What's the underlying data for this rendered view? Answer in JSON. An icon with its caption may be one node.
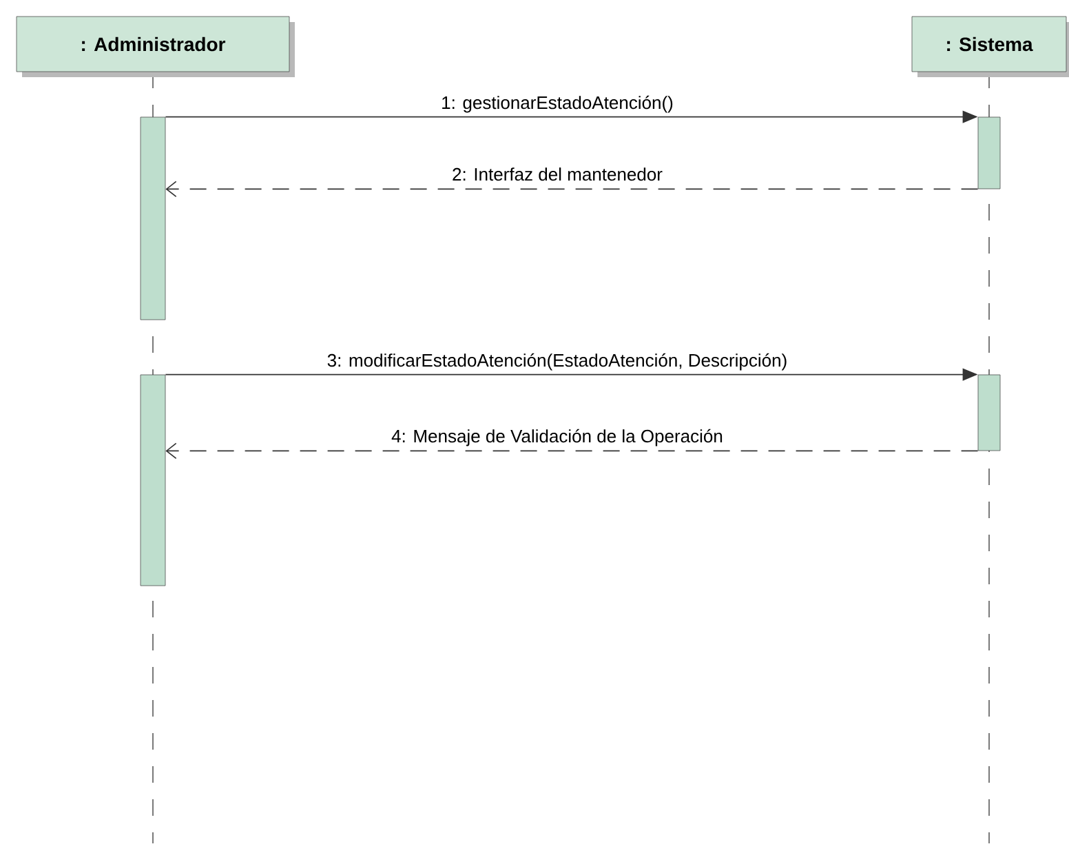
{
  "diagram": {
    "nodes": [
      {
        "text": [
          ": Administrador"
        ]
      },
      {
        "text": [
          ": Sistema"
        ]
      },
      {
        "text": [],
        "shape": "bar"
      },
      {
        "text": [],
        "shape": "bar"
      },
      {
        "text": [],
        "shape": "bar"
      },
      {
        "text": [],
        "shape": "bar"
      }
    ],
    "edges": [
      {
        "from": 2,
        "to": 3,
        "arrow": "to",
        "label": "1: gestionarEstadoAtención()"
      },
      {
        "from": 3,
        "to": 2,
        "arrow": "to",
        "style": "dashed",
        "label": "2: Interfaz del mantenedor"
      },
      {
        "from": 4,
        "to": 5,
        "arrow": "to",
        "label": "3: modificarEstadoAtención(EstadoAtención, Descripción)"
      },
      {
        "from": 5,
        "to": 4,
        "arrow": "to",
        "style": "dashed",
        "label": "4: Mensaje de Validación de la Operación"
      }
    ]
  }
}
